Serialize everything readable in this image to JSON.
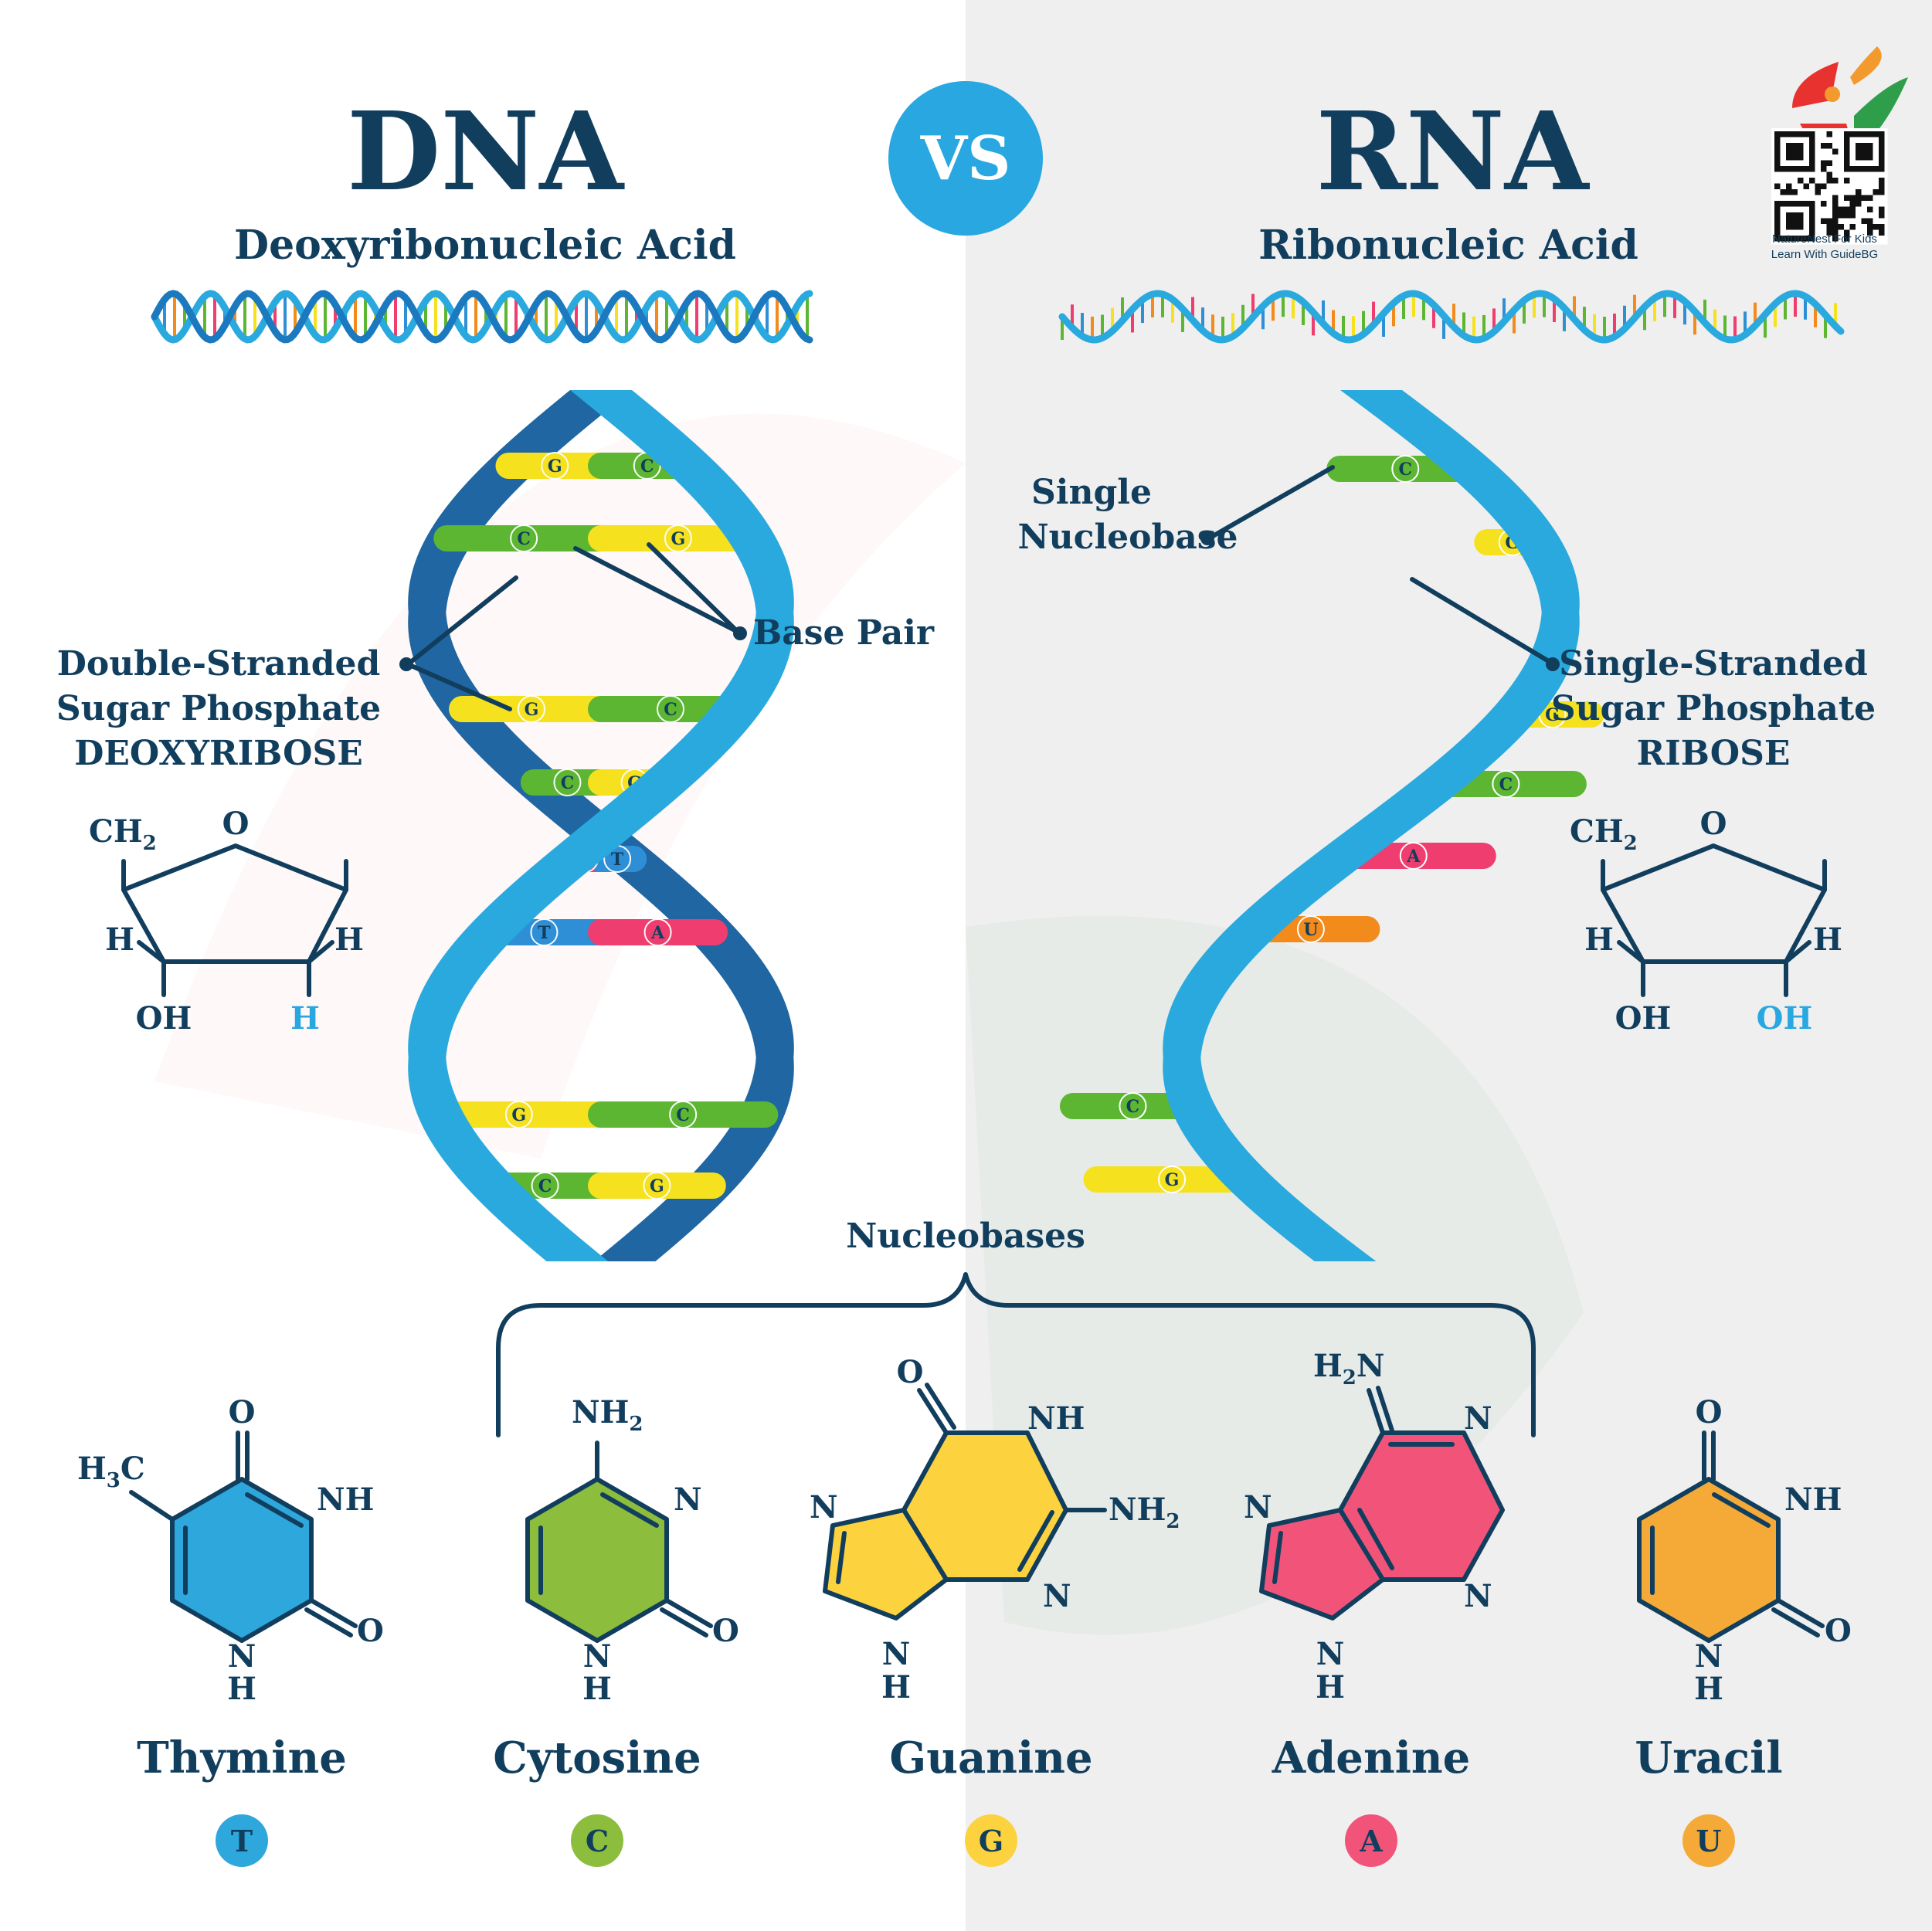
{
  "header": {
    "dna_title": "DNA",
    "dna_subtitle": "Deoxyribonucleic Acid",
    "vs_label": "VS",
    "rna_title": "RNA",
    "rna_subtitle": "Ribonucleic Acid"
  },
  "brand": {
    "line1": "NatureNest For Kids",
    "line2": "Learn With GuideBG"
  },
  "dna": {
    "base_pair_label": "Base Pair",
    "strand_label": [
      "Double-Stranded",
      "Sugar Phosphate",
      "DEOXYRIBOSE"
    ],
    "rungs": [
      {
        "left": "G",
        "right": "C",
        "left_color": "#f5e11d",
        "right_color": "#5cb632"
      },
      {
        "left": "C",
        "right": "G",
        "left_color": "#5cb632",
        "right_color": "#f5e11d"
      },
      {
        "left": "G",
        "right": "C",
        "left_color": "#f5e11d",
        "right_color": "#5cb632"
      },
      {
        "left": "C",
        "right": "G",
        "left_color": "#5cb632",
        "right_color": "#f5e11d"
      },
      {
        "left": "A",
        "right": "T",
        "left_color": "#ee3d6e",
        "right_color": "#2f8fd6"
      },
      {
        "left": "T",
        "right": "A",
        "left_color": "#2f8fd6",
        "right_color": "#ee3d6e"
      },
      {
        "left": "G",
        "right": "C",
        "left_color": "#f5e11d",
        "right_color": "#5cb632"
      },
      {
        "left": "C",
        "right": "G",
        "left_color": "#5cb632",
        "right_color": "#f5e11d"
      }
    ],
    "sugar": {
      "ch2": "CH",
      "sub": "2",
      "o": "O",
      "h_left": "H",
      "h_right": "H",
      "oh": "OH",
      "bottom_right": "H"
    }
  },
  "rna": {
    "nucleobase_label": [
      "Single",
      "Nucleobase"
    ],
    "strand_label": [
      "Single-Stranded",
      "Sugar Phosphate",
      "RIBOSE"
    ],
    "bases": [
      {
        "letter": "C",
        "color": "#5cb632"
      },
      {
        "letter": "G",
        "color": "#f5e11d"
      },
      {
        "letter": "G",
        "color": "#f5e11d"
      },
      {
        "letter": "C",
        "color": "#5cb632"
      },
      {
        "letter": "A",
        "color": "#ee3d6e"
      },
      {
        "letter": "U",
        "color": "#f28a1c"
      },
      {
        "letter": "C",
        "color": "#5cb632"
      },
      {
        "letter": "G",
        "color": "#f5e11d"
      }
    ],
    "sugar": {
      "ch2": "CH",
      "sub": "2",
      "o": "O",
      "h_left": "H",
      "h_right": "H",
      "oh": "OH",
      "bottom_right": "OH"
    }
  },
  "nucleobases": {
    "label": "Nucleobases",
    "items": [
      {
        "name": "Thymine",
        "letter": "T",
        "color": "#2ea7dd"
      },
      {
        "name": "Cytosine",
        "letter": "C",
        "color": "#8cbd3d"
      },
      {
        "name": "Guanine",
        "letter": "G",
        "color": "#fcd23f"
      },
      {
        "name": "Adenine",
        "letter": "A",
        "color": "#f25479"
      },
      {
        "name": "Uracil",
        "letter": "U",
        "color": "#f5aa38"
      }
    ]
  },
  "chem": {
    "O": "O",
    "NH": "NH",
    "N": "N",
    "H": "H",
    "NH2": "NH",
    "H2N_h": "H",
    "H2N_n": "N",
    "H3C_h": "H",
    "H3C_c": "C",
    "sub2": "2",
    "sub3": "3"
  },
  "colors": {
    "navy": "#123e5e",
    "strand_light": "#2bb3e0",
    "strand_dark": "#1f6aa5",
    "background_right": "#efefef"
  }
}
